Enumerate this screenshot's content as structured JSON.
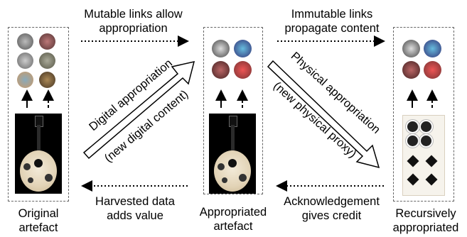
{
  "labels": {
    "top_left_1": "Mutable links allow",
    "top_left_2": "appropriation",
    "top_right_1": "Immutable links",
    "top_right_2": "propagate content",
    "bottom_left_1": "Harvested data",
    "bottom_left_2": "adds value",
    "bottom_right_1": "Acknowledgement",
    "bottom_right_2": "gives credit",
    "digital_1": "Digital appropriation",
    "digital_2": "(new digital content)",
    "physical_1": "Physical appropriation",
    "physical_2": "(new physical proxy)"
  },
  "captions": {
    "original_1": "Original",
    "original_2": "artefact",
    "appropriated_1": "Appropriated",
    "appropriated_2": "artefact",
    "recursive_1": "Recursively",
    "recursive_2": "appropriated"
  },
  "colors": {
    "line": "#000000",
    "panel_border": "#666666",
    "guitar_bg": "#000000",
    "guitar_body": "#e2d3b6"
  }
}
